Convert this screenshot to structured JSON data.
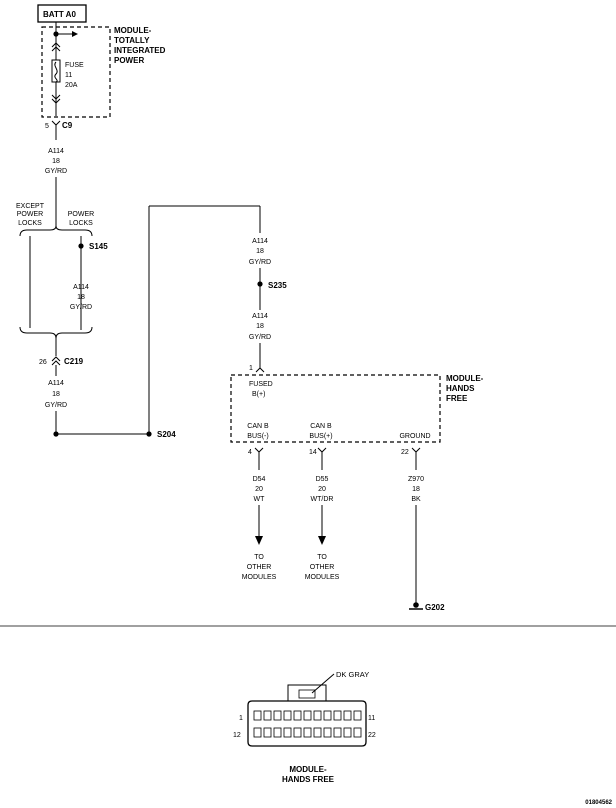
{
  "top_label": "BATT A0",
  "tipm": {
    "name_lines": [
      "MODULE-",
      "TOTALLY",
      "INTEGRATED",
      "POWER"
    ]
  },
  "fuse": {
    "lines": [
      "FUSE",
      "11",
      "20A"
    ]
  },
  "c9": {
    "pin": "5",
    "name": "C9"
  },
  "wire_a114": {
    "circuit": "A114",
    "gauge": "18",
    "color": "GY/RD"
  },
  "branch": {
    "except_lines": [
      "EXCEPT",
      "POWER",
      "LOCKS"
    ],
    "power_lines": [
      "POWER",
      "LOCKS"
    ]
  },
  "splices": {
    "s145": "S145",
    "s235": "S235",
    "s204": "S204"
  },
  "c219": {
    "pin": "26",
    "name": "C219"
  },
  "hfm": {
    "name_lines": [
      "MODULE-",
      "HANDS",
      "FREE"
    ],
    "top_pin": "1",
    "fused_lines": [
      "FUSED",
      "B(+)"
    ],
    "canb_minus_lines": [
      "CAN B",
      "BUS(-)"
    ],
    "canb_plus_lines": [
      "CAN B",
      "BUS(+)"
    ],
    "ground_label": "GROUND",
    "pins": {
      "canb_minus": "4",
      "canb_plus": "14",
      "ground": "22"
    }
  },
  "wire_d54": {
    "circuit": "D54",
    "gauge": "20",
    "color": "WT"
  },
  "wire_d55": {
    "circuit": "D55",
    "gauge": "20",
    "color": "WT/DR"
  },
  "wire_z970": {
    "circuit": "Z970",
    "gauge": "18",
    "color": "BK"
  },
  "to_modules_lines": [
    "TO",
    "OTHER",
    "MODULES"
  ],
  "ground_name": "G202",
  "connector": {
    "color_label": "DK GRAY",
    "pin_1": "1",
    "pin_11": "11",
    "pin_12": "12",
    "pin_22": "22",
    "title_lines": [
      "MODULE-",
      "HANDS FREE"
    ]
  },
  "figure_id": "01804562"
}
